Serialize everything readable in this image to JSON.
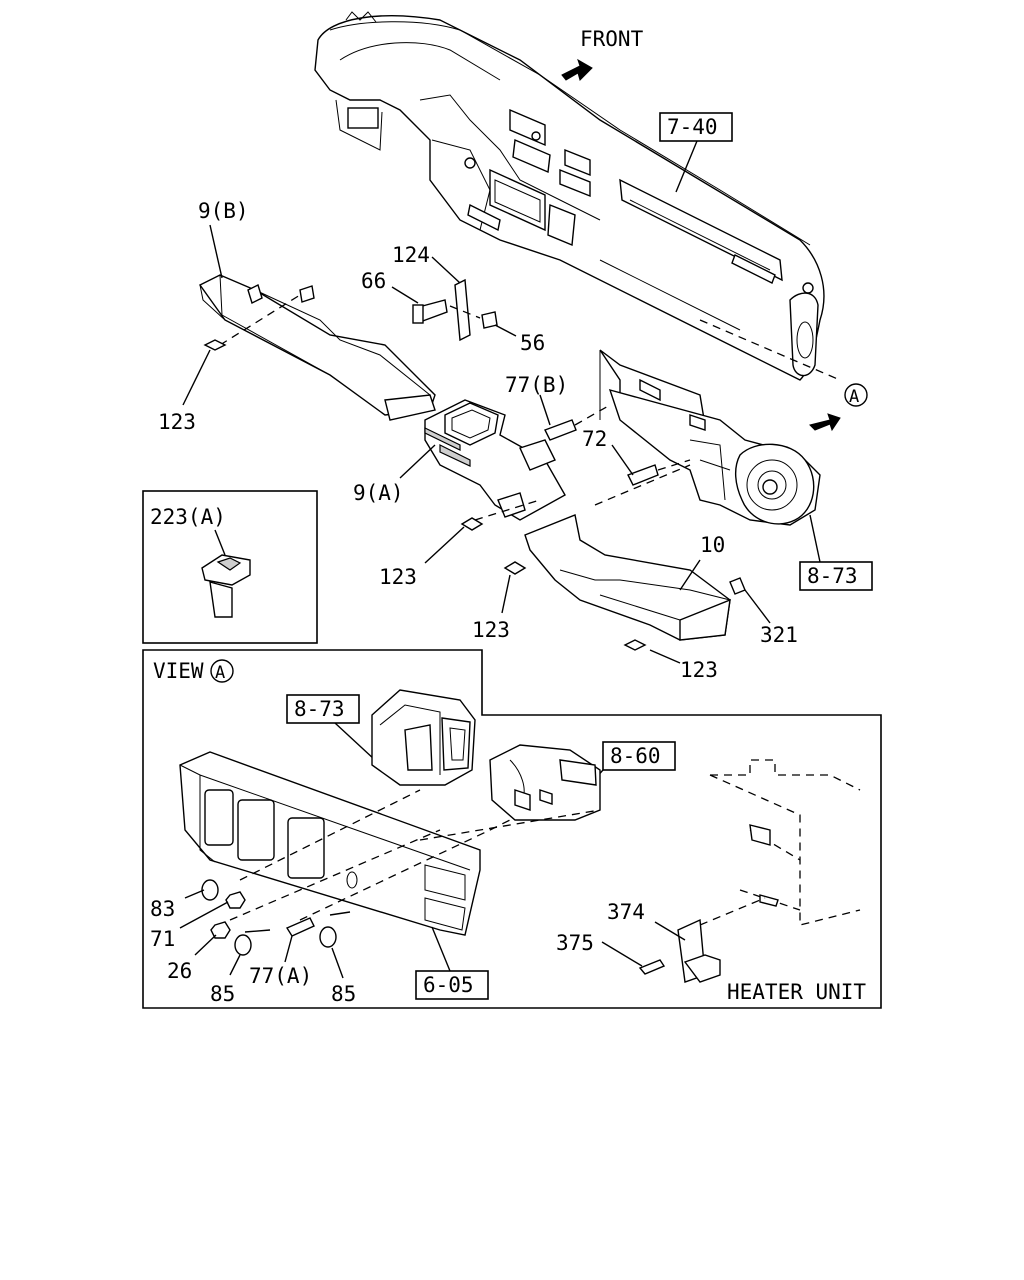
{
  "direction_label": "FRONT",
  "view_marker": "A",
  "view_label": "VIEW",
  "heater_unit_label": "HEATER UNIT",
  "reference_boxes": [
    "7-40",
    "8-73",
    "8-73",
    "8-60",
    "6-05"
  ],
  "callouts": [
    "9(B)",
    "124",
    "66",
    "56",
    "123",
    "77(B)",
    "72",
    "9(A)",
    "123",
    "10",
    "123",
    "321",
    "123",
    "223(A)",
    "83",
    "71",
    "26",
    "85",
    "77(A)",
    "85",
    "374",
    "375"
  ]
}
